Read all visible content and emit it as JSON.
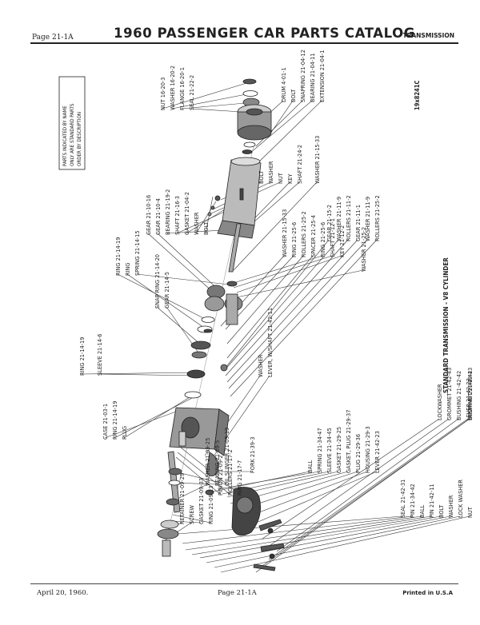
{
  "header": {
    "page_ref": "Page 21-1A",
    "title": "1960 PASSENGER CAR PARTS CATALOG",
    "section": "TRANSMISSION"
  },
  "footer": {
    "date": "April 20, 1960.",
    "page": "Page 21-1A",
    "printed": "Printed in U.S.A"
  },
  "figure": {
    "caption": "STANDARD TRANSMISSION - V8 CYLINDER",
    "number": "19x8241C",
    "note": [
      "PARTS INDICATED BY NAME",
      "ONLY ARE STANDARD PARTS",
      "ORDER BY DESCRIPTION"
    ]
  },
  "callouts": [
    "NUT 16-20-3",
    "WASHER 16-20-2",
    "FLANGE 16-20-1",
    "SEAL 21-22-2",
    "DRUM 4-01-1",
    "BOLT",
    "SNAPRING 21-04-12",
    "BEARING 21-04-11",
    "EXTENSION 21-04-1",
    "GEAR 21-10-16",
    "GEAR 21-10-4",
    "BEARING 21-19-2",
    "SHAFT 21-16-3",
    "GASKET 21-04-2",
    "WASHER",
    "BOLT",
    "BOLT",
    "WASHER",
    "NUT",
    "KEY",
    "SHAFT 21-24-2",
    "WASHER 21-15-33",
    "RING 21-14-19",
    "RING",
    "SPRING 21-14-15",
    "RING 21-25-6",
    "SHAFT 21-12-1",
    "KEY 21-12-2",
    "SNAP RING 21-14-20",
    "GEAR 21-14-5",
    "WASHER 21-25-2",
    "RING 21-14-19",
    "SLEEVE 21-14-6",
    "WASHER 21-15-33",
    "RING 21-25-6",
    "ROLLERS 21-25-2",
    "SPACER 21-25-4",
    "GEAR 21-15-2",
    "WASHER 21-11-9",
    "ROLLERS 21-11-2",
    "GEAR 21-11-1",
    "WASHER 21-11-9",
    "ROLLERS 21-25-2",
    "CASE 21-03-1",
    "RING 21-14-19",
    "PLUG",
    "WASHER",
    "LEVER, W/SHAFT 21-42-11",
    "RETAINER 21-09-29",
    "SCREW",
    "GASKET 21-09-33",
    "RING 21-09-23",
    "WASHER 21-09-25",
    "BEARING 21-09-5",
    "OIL SLINGER 21-09-19",
    "PINION 21-09-2",
    "ROLLERS 21-17-2",
    "RING 21-17-7",
    "FORK 21-39-3",
    "BALL",
    "SPRING 21-34-47",
    "SLEEVE 21-34-45",
    "GASKET 21-29-25",
    "GASKET, PLUG 21-29-37",
    "PLUG 21-29-36",
    "HOUSING 21-29-3",
    "LEVER 21-42-23",
    "SEAL 21-42-31",
    "PIN 21-34-42",
    "BALL",
    "PIN 21-42-11",
    "BOLT",
    "WASHER",
    "LOCK WASHER",
    "NUT",
    "LOCKWASHER",
    "GROMMET 21-42-43",
    "BUSHING 21-42-42",
    "LEVER 21-42-23",
    "GROMMET 21-42-43",
    "BUSHING 21-42-42"
  ]
}
